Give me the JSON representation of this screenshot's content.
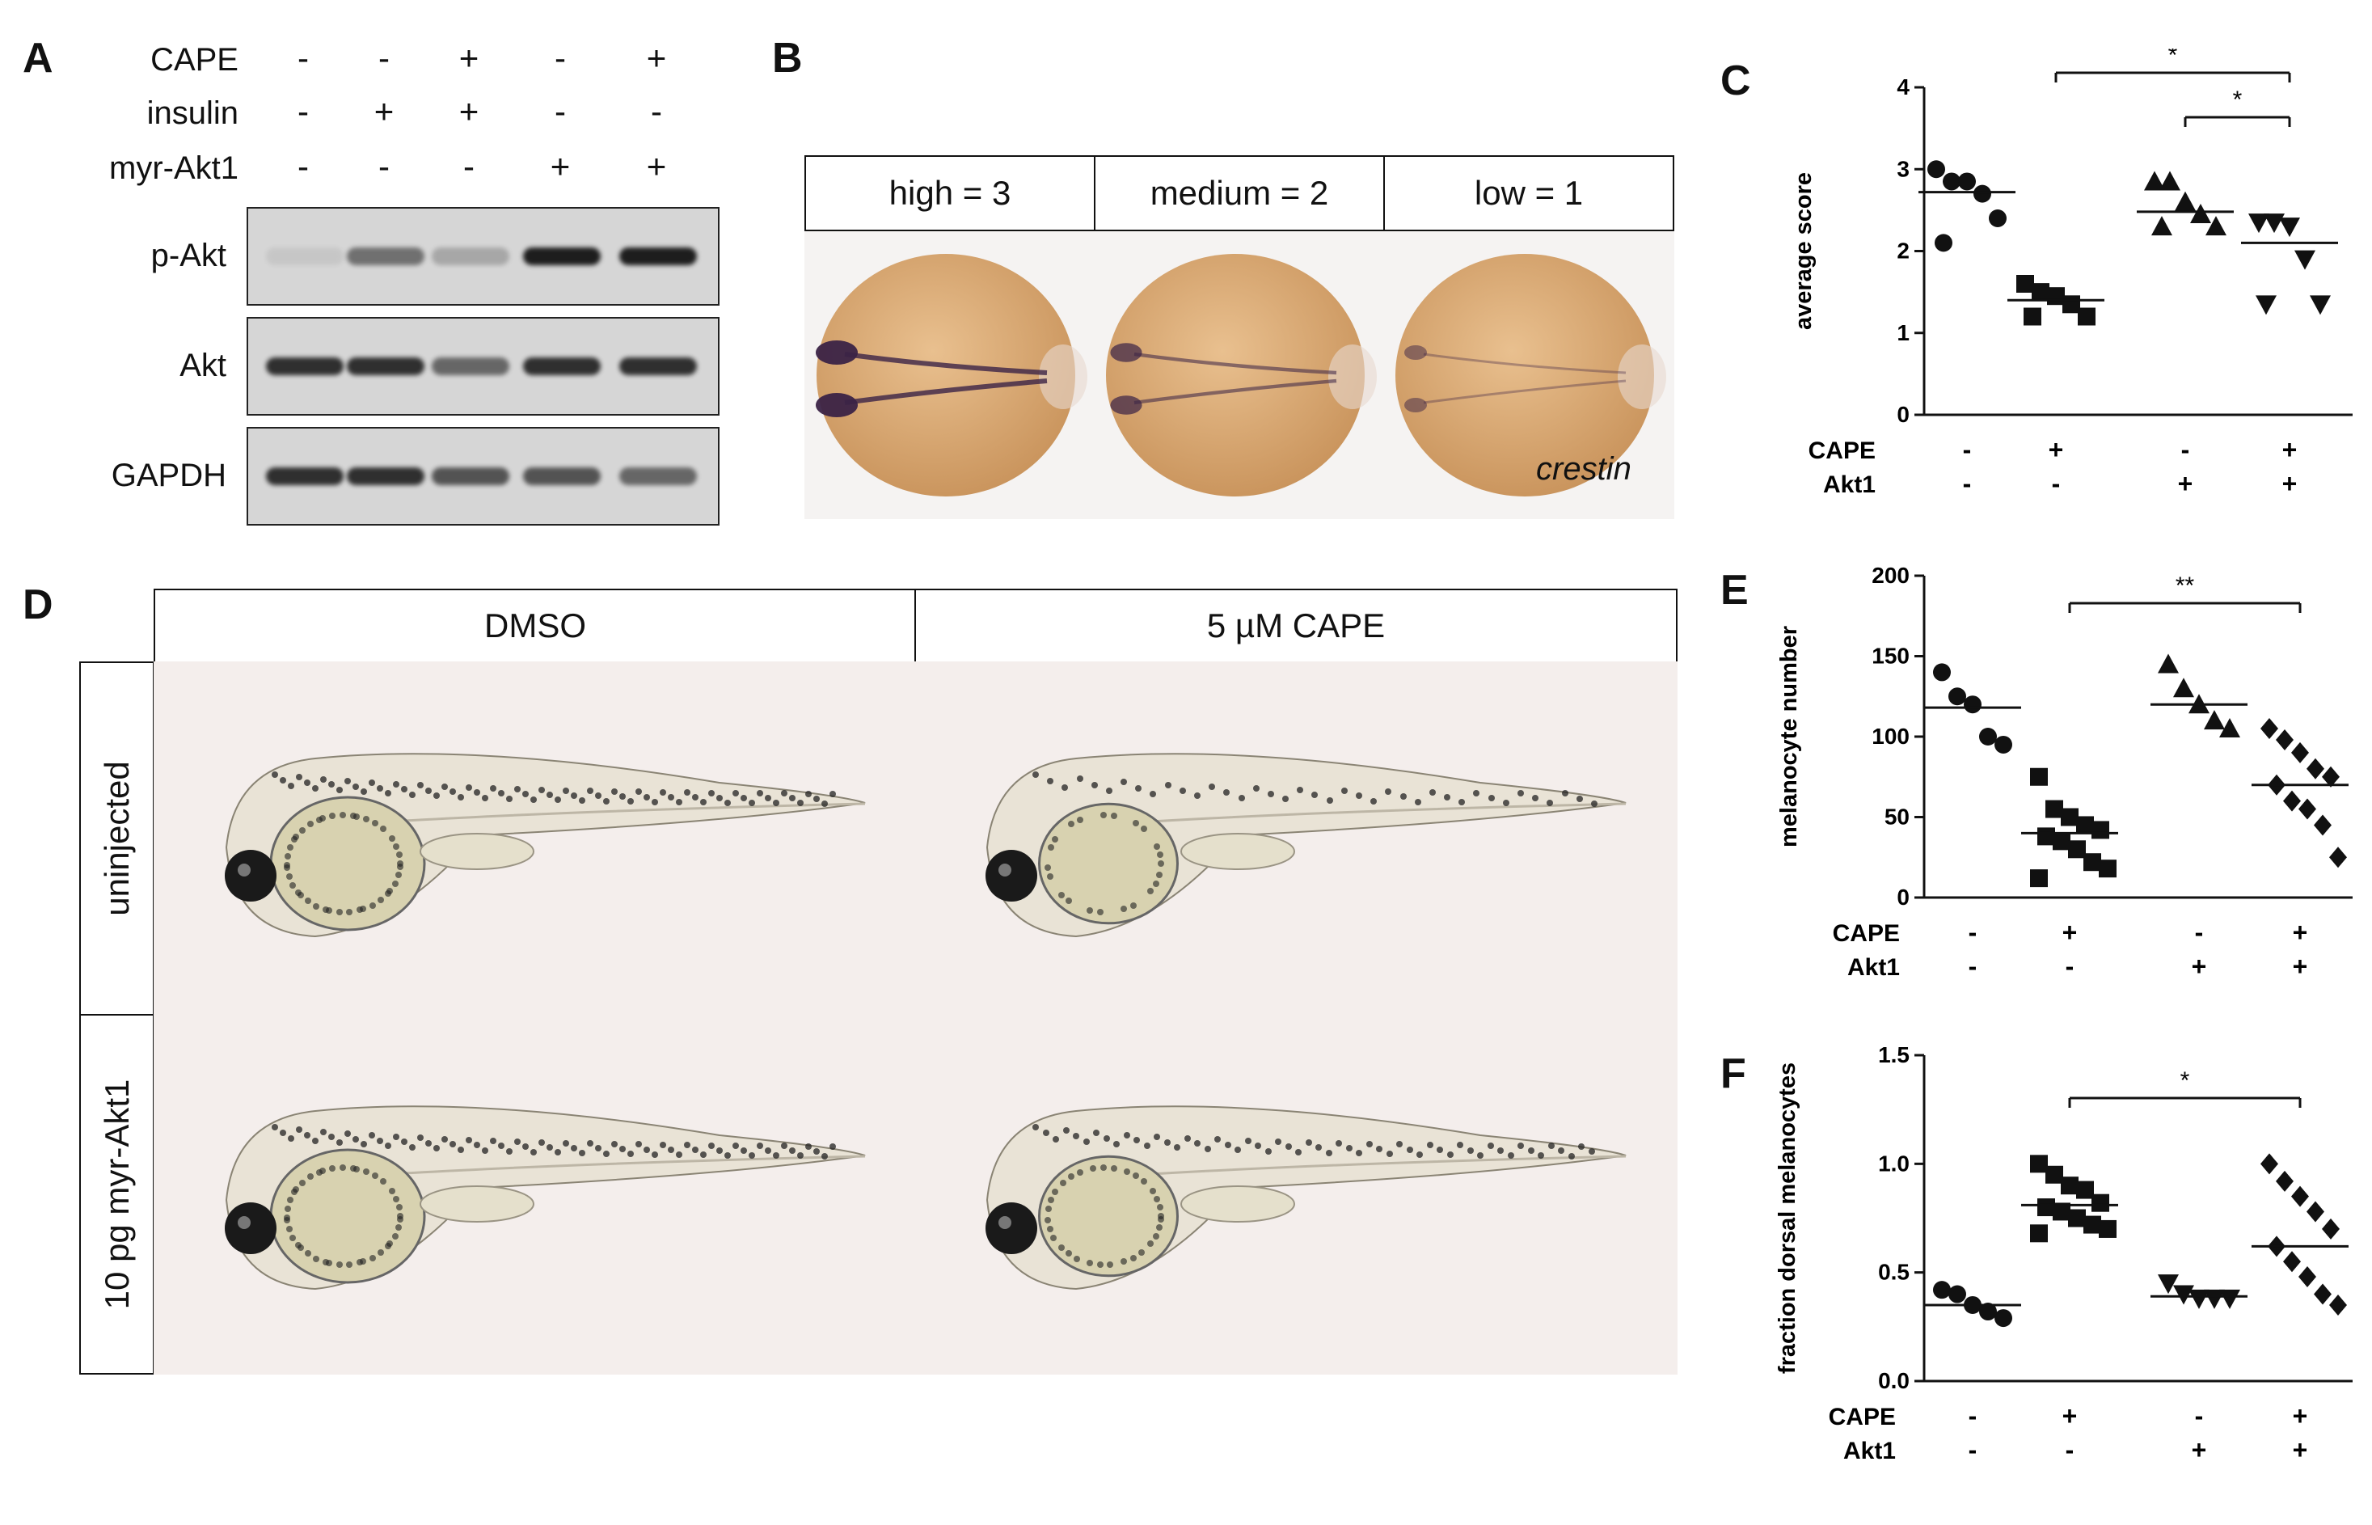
{
  "panels": {
    "A": "A",
    "B": "B",
    "C": "C",
    "D": "D",
    "E": "E",
    "F": "F"
  },
  "panel_a": {
    "conditions": [
      {
        "label": "CAPE",
        "signs": [
          "-",
          "-",
          "+",
          "-",
          "+"
        ]
      },
      {
        "label": "insulin",
        "signs": [
          "-",
          "+",
          "+",
          "-",
          "-"
        ]
      },
      {
        "label": "myr-Akt1",
        "signs": [
          "-",
          "-",
          "-",
          "+",
          "+"
        ]
      }
    ],
    "blots": [
      {
        "label": "p-Akt",
        "intensity": [
          0.05,
          0.55,
          0.25,
          1.0,
          1.0
        ]
      },
      {
        "label": "Akt",
        "intensity": [
          0.9,
          0.9,
          0.6,
          0.9,
          0.9
        ]
      },
      {
        "label": "GAPDH",
        "intensity": [
          0.9,
          0.9,
          0.7,
          0.7,
          0.6
        ]
      }
    ]
  },
  "panel_b": {
    "headers": [
      "high = 3",
      "medium = 2",
      "low = 1"
    ],
    "probe_label": "crestin",
    "staining_levels": [
      1.0,
      0.6,
      0.25
    ]
  },
  "panel_d": {
    "columns": [
      "DMSO",
      "5 µM CAPE"
    ],
    "rows": [
      "uninjected",
      "10 pg myr-Akt1"
    ]
  },
  "colors": {
    "stain": "#3b2346",
    "yolk": "#d4a36a",
    "pigment": "#222222"
  },
  "chart_data": [
    {
      "id": "C",
      "type": "scatter",
      "title": "",
      "xlabel": "",
      "ylabel": "average score",
      "ylim": [
        0,
        4
      ],
      "yticks": [
        "0",
        "1",
        "2",
        "3",
        "4"
      ],
      "categories": [
        [
          "-",
          "-"
        ],
        [
          "+",
          "-"
        ],
        [
          "-",
          "+"
        ],
        [
          "+",
          "+"
        ]
      ],
      "row_labels": [
        "CAPE",
        "Akt1"
      ],
      "markers": [
        "circle",
        "square",
        "triangle-up",
        "triangle-down"
      ],
      "series": [
        {
          "values": [
            3.0,
            2.85,
            2.85,
            2.7,
            2.4,
            2.1
          ],
          "mean": 2.72
        },
        {
          "values": [
            1.6,
            1.5,
            1.45,
            1.35,
            1.2,
            1.2
          ],
          "mean": 1.4
        },
        {
          "values": [
            2.85,
            2.85,
            2.6,
            2.45,
            2.3,
            2.3
          ],
          "mean": 2.48
        },
        {
          "values": [
            2.35,
            2.35,
            2.3,
            1.9,
            1.35,
            1.35
          ],
          "mean": 2.1
        }
      ],
      "significance": [
        {
          "from": 1,
          "to": 3,
          "label": "*"
        },
        {
          "from": 2,
          "to": 3,
          "label": "*"
        }
      ]
    },
    {
      "id": "E",
      "type": "scatter",
      "title": "",
      "xlabel": "",
      "ylabel": "melanocyte number",
      "ylim": [
        0,
        200
      ],
      "yticks": [
        "0",
        "50",
        "100",
        "150",
        "200"
      ],
      "categories": [
        [
          "-",
          "-"
        ],
        [
          "+",
          "-"
        ],
        [
          "-",
          "+"
        ],
        [
          "+",
          "+"
        ]
      ],
      "row_labels": [
        "CAPE",
        "Akt1"
      ],
      "markers": [
        "circle",
        "square",
        "triangle-up",
        "diamond"
      ],
      "series": [
        {
          "values": [
            140,
            125,
            120,
            100,
            95
          ],
          "mean": 118
        },
        {
          "values": [
            75,
            55,
            50,
            45,
            42,
            38,
            35,
            30,
            22,
            18,
            12
          ],
          "mean": 40
        },
        {
          "values": [
            145,
            130,
            120,
            110,
            105
          ],
          "mean": 120
        },
        {
          "values": [
            105,
            98,
            90,
            80,
            75,
            70,
            60,
            55,
            45,
            25
          ],
          "mean": 70
        }
      ],
      "significance": [
        {
          "from": 1,
          "to": 3,
          "label": "**"
        }
      ]
    },
    {
      "id": "F",
      "type": "scatter",
      "title": "",
      "xlabel": "",
      "ylabel": "fraction dorsal melanocytes",
      "ylim": [
        0,
        1.5
      ],
      "yticks": [
        "0.0",
        "0.5",
        "1.0",
        "1.5"
      ],
      "categories": [
        [
          "-",
          "-"
        ],
        [
          "+",
          "-"
        ],
        [
          "-",
          "+"
        ],
        [
          "+",
          "+"
        ]
      ],
      "row_labels": [
        "CAPE",
        "Akt1"
      ],
      "markers": [
        "circle",
        "square",
        "triangle-down",
        "diamond"
      ],
      "series": [
        {
          "values": [
            0.42,
            0.4,
            0.35,
            0.32,
            0.29
          ],
          "mean": 0.35
        },
        {
          "values": [
            1.0,
            0.95,
            0.9,
            0.88,
            0.82,
            0.8,
            0.78,
            0.75,
            0.72,
            0.7,
            0.68
          ],
          "mean": 0.81
        },
        {
          "values": [
            0.45,
            0.4,
            0.38,
            0.38,
            0.38
          ],
          "mean": 0.39
        },
        {
          "values": [
            1.0,
            0.92,
            0.85,
            0.78,
            0.7,
            0.62,
            0.55,
            0.48,
            0.4,
            0.35
          ],
          "mean": 0.62
        }
      ],
      "significance": [
        {
          "from": 1,
          "to": 3,
          "label": "*"
        }
      ]
    }
  ]
}
